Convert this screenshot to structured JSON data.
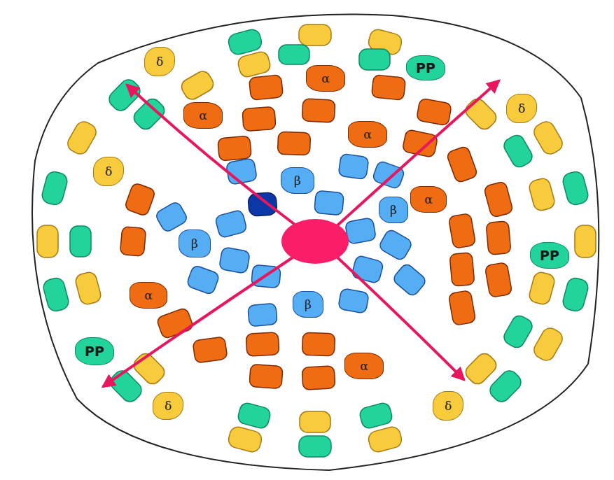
{
  "diagram": {
    "nodes": [
      {
        "text": [
          "δ"
        ]
      },
      {
        "text": [
          "PP"
        ]
      },
      {
        "text": [
          "α"
        ]
      },
      {
        "text": [
          "δ"
        ]
      },
      {
        "text": [
          "α"
        ]
      },
      {
        "text": [
          "α"
        ]
      },
      {
        "text": [
          "δ"
        ]
      },
      {
        "text": [
          "β"
        ]
      },
      {
        "text": [
          "α"
        ]
      },
      {
        "text": [
          "β"
        ]
      },
      {
        "text": [
          "β"
        ]
      },
      {
        "text": [
          "PP"
        ]
      },
      {
        "text": [
          "α"
        ]
      },
      {
        "text": [
          "β"
        ]
      },
      {
        "text": [
          "PP"
        ]
      },
      {
        "text": [
          "α"
        ]
      },
      {
        "text": [
          "δ"
        ]
      },
      {
        "text": [
          "δ"
        ]
      }
    ]
  }
}
